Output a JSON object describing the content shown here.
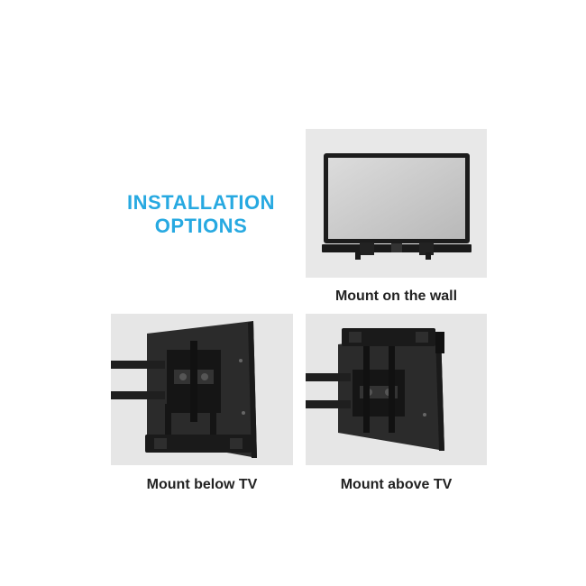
{
  "heading": {
    "line1": "INSTALLATION",
    "line2": "OPTIONS"
  },
  "options": {
    "wall": {
      "caption": "Mount on the wall"
    },
    "below": {
      "caption": "Mount below TV"
    },
    "above": {
      "caption": "Mount above TV"
    }
  },
  "colors": {
    "heading": "#27a9e1",
    "panel_background": "#e6e6e6",
    "hardware": "#1a1a1a"
  }
}
